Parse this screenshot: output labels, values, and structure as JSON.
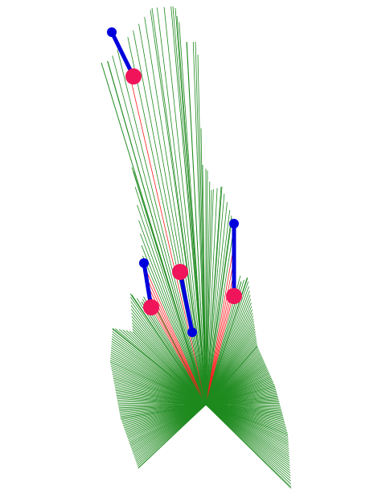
{
  "colors": {
    "background": "#ffffff",
    "free_rays": "#1f8a1f",
    "obstacle_rays": "#ff1a1a",
    "segment": "#0000dd",
    "segment_start_marker": "#0000dd",
    "segment_end_marker": "#f0145a"
  },
  "scene": {
    "description_label": "",
    "origin_icon": "sensor-origin-icon",
    "ray_count": 360,
    "segments": [
      {
        "id": "segment-a",
        "start_marker": "blue-dot-icon",
        "end_marker": "magenta-dot-icon"
      },
      {
        "id": "segment-b",
        "start_marker": "blue-dot-icon",
        "end_marker": "magenta-dot-icon"
      },
      {
        "id": "segment-c",
        "start_marker": "blue-dot-icon",
        "end_marker": "magenta-dot-icon"
      },
      {
        "id": "segment-d",
        "start_marker": "blue-dot-icon",
        "end_marker": "magenta-dot-icon"
      }
    ]
  }
}
